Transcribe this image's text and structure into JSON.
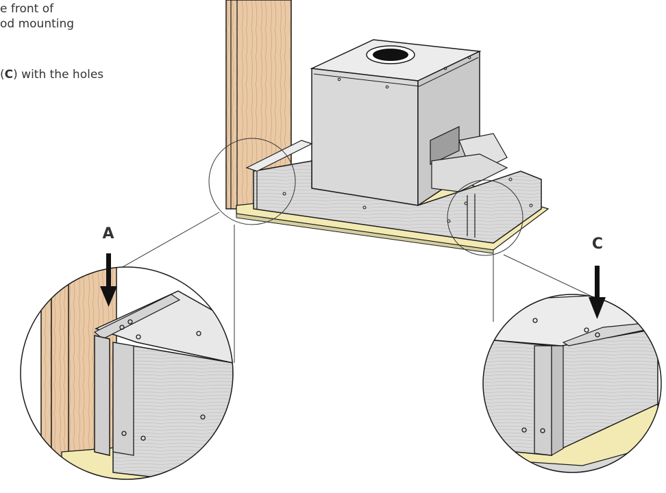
{
  "instructions": {
    "line1": "e front of",
    "line2": "od mounting",
    "line3_prefix": "(",
    "line3_bold": "C",
    "line3_suffix": ") with the holes"
  },
  "callouts": {
    "a": "A",
    "c": "C"
  },
  "colors": {
    "wood": "#e9c9a6",
    "wood_grain": "#d2a67c",
    "metal": "#dcdcdc",
    "metal_light": "#ececec",
    "metal_dark": "#bdbdbd",
    "base_strip": "#f3eab3",
    "outline": "#1a1a1a"
  }
}
